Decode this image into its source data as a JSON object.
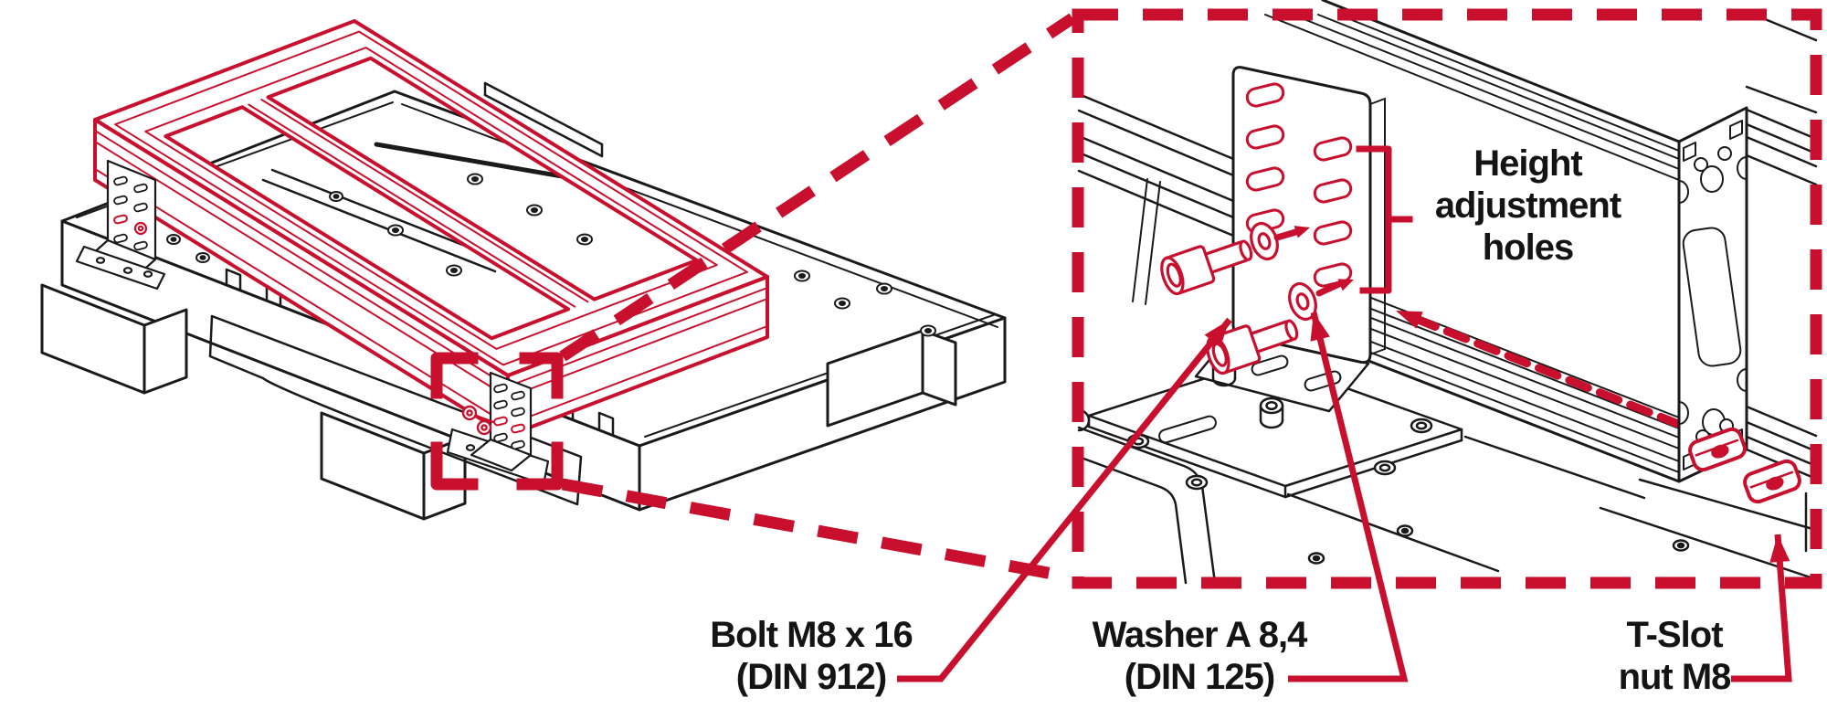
{
  "figure": {
    "kind": "assembly instruction diagram",
    "views": {
      "main_view": "isometric frame of aluminium extrusions (highlighted red) mounted on machine base with corner brackets",
      "detail_view": "magnified dashed-box callout showing bracket plate, bolts, washers and T-slot nuts on extrusion profile"
    }
  },
  "colors": {
    "accent_red": "#C8102E",
    "line_black": "#1A1A1A",
    "background": "#FFFFFF"
  },
  "labels": {
    "height_adjustment": {
      "lines": [
        "Height",
        "adjustment",
        "holes"
      ]
    },
    "bolt": {
      "lines": [
        "Bolt M8 x 16",
        "(DIN 912)"
      ]
    },
    "washer": {
      "lines": [
        "Washer A 8,4",
        "(DIN 125)"
      ]
    },
    "tslot_nut": {
      "lines": [
        "T-Slot",
        "nut M8"
      ]
    }
  }
}
